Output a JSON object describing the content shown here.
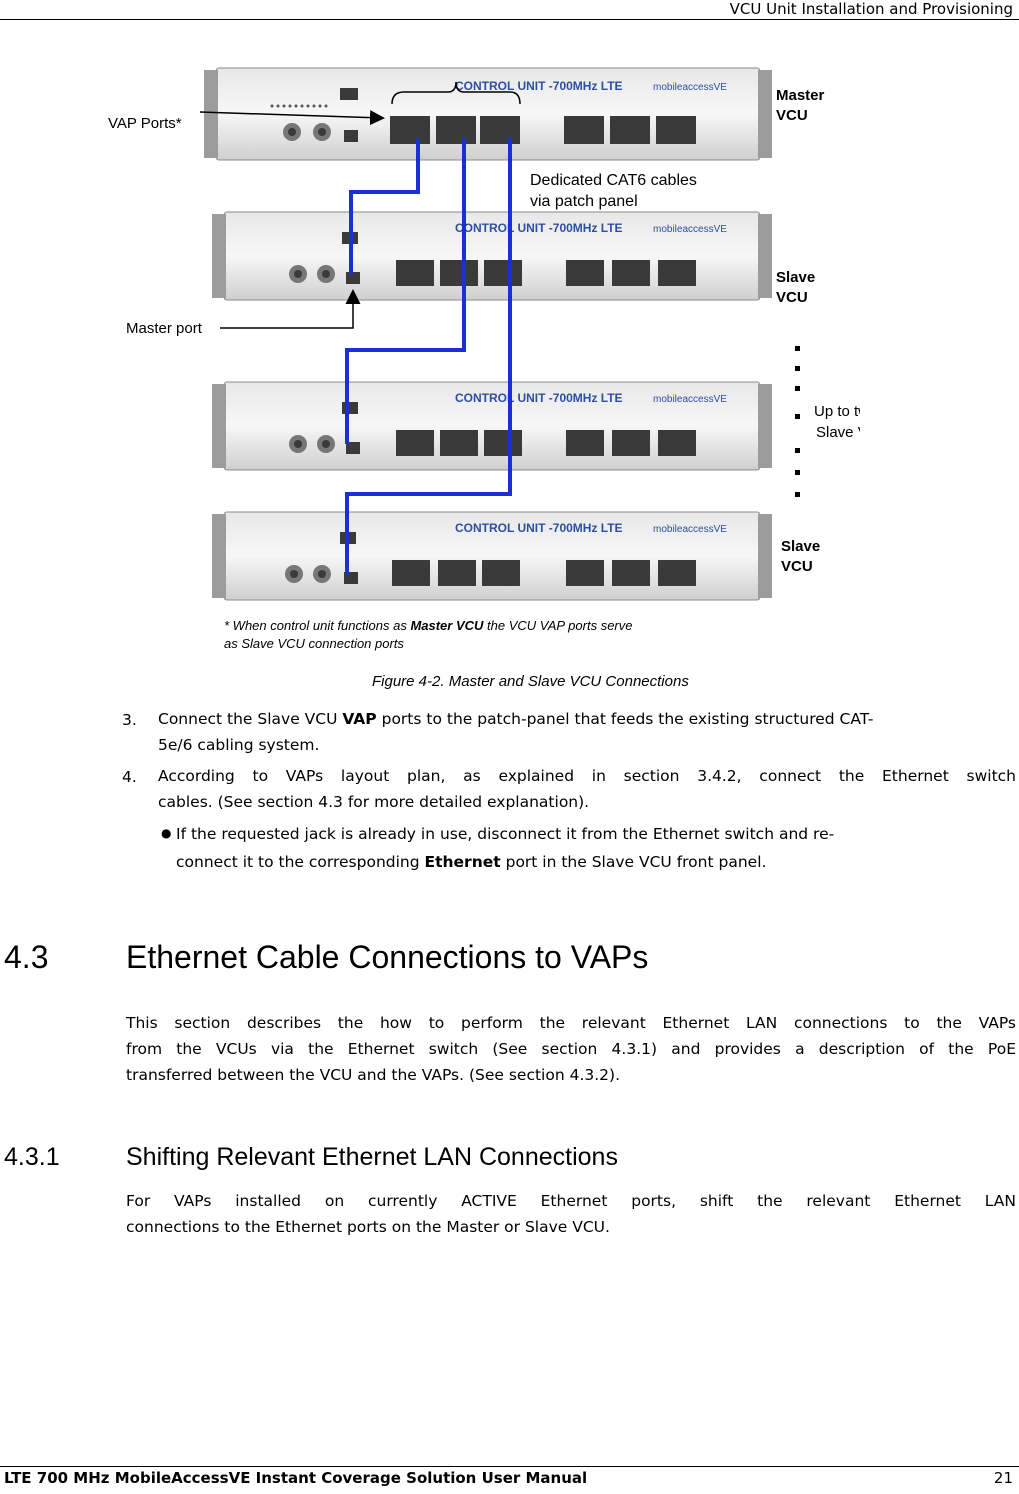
{
  "header": {
    "title": "VCU Unit Installation and Provisioning"
  },
  "figure": {
    "unit_title": "CONTROL UNIT -700MHz LTE",
    "brand": "mobileaccessVE",
    "callout_vap": "VAP Ports*",
    "callout_master_port": "Master port",
    "callout_cables_line1": "Dedicated CAT6 cables",
    "callout_cables_line2": "via patch panel",
    "label_master_1": "Master",
    "label_master_2": "VCU",
    "label_slave_1": "Slave",
    "label_slave_2": "VCU",
    "label_up_to_1": "Up to twelve",
    "label_up_to_2": "Slave VCUs",
    "footnote_a": "* When control unit functions as ",
    "footnote_b": "Master VCU",
    "footnote_c": " the VCU VAP ports serve",
    "footnote_line2": "as Slave VCU connection ports",
    "caption": "Figure 4-2. Master and Slave VCU Connections"
  },
  "steps": {
    "s3_num": "3.",
    "s3_a": "Connect the Slave VCU ",
    "s3_b": "VAP",
    "s3_c": " ports to the patch-panel that feeds the existing structured CAT-",
    "s3_line2": "5e/6 cabling system.",
    "s4_num": "4.",
    "s4_line1": "According to VAPs layout plan, as explained in section 3.4.2, connect the Ethernet switch",
    "s4_line2": "cables. (See section 4.3 for more detailed explanation).",
    "bullet_line1": "If the requested jack is already in use, disconnect it from the Ethernet switch and re-",
    "bullet_a": "connect it to the corresponding ",
    "bullet_b": "Ethernet",
    "bullet_c": " port in the Slave VCU front panel."
  },
  "section43": {
    "number": "4.3",
    "title": "Ethernet Cable Connections to VAPs",
    "line1": "This section describes the how to perform the relevant Ethernet LAN connections to the VAPs",
    "line2": "from the VCUs via the Ethernet switch (See section 4.3.1) and provides a description of the PoE",
    "line3": "transferred between the VCU and the VAPs. (See section 4.3.2)."
  },
  "section431": {
    "number": "4.3.1",
    "title": "Shifting Relevant Ethernet LAN Connections",
    "line1": "For VAPs installed on currently ACTIVE Ethernet ports, shift the relevant Ethernet LAN",
    "line2": "connections to the Ethernet ports on the Master or Slave VCU."
  },
  "footer": {
    "title": "LTE 700 MHz MobileAccessVE Instant Coverage Solution User Manual",
    "page": "21"
  }
}
